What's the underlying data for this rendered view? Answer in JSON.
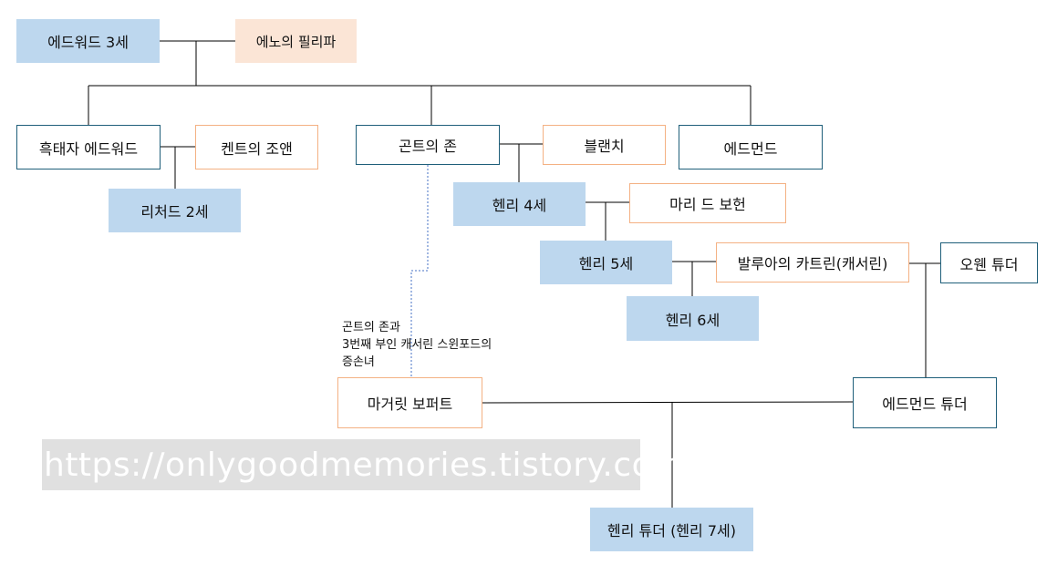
{
  "nodes": {
    "edward3": "에드워드 3세",
    "philippa": "에노의 필리파",
    "black_prince": "흑태자 에드워드",
    "joan_kent": "켄트의 조앤",
    "richard2": "리처드 2세",
    "john_gaunt": "곤트의 존",
    "blanche": "블랜치",
    "edmund": "에드먼드",
    "henry4": "헨리 4세",
    "mary_bohun": "마리 드 보헌",
    "henry5": "헨리 5세",
    "catherine": "발루아의 카트린(캐서린)",
    "owen_tudor": "오웬 튜더",
    "henry6": "헨리 6세",
    "margaret_beaufort": "마거릿 보퍼트",
    "edmund_tudor": "에드먼드 튜더",
    "henry7": "헨리 튜더 (헨리 7세)"
  },
  "note": {
    "line1": "곤트의 존과",
    "line2": "3번째 부인 캐서린 스윈포드의",
    "line3": "증손녀"
  },
  "watermark": "https://onlygoodmemories.tistory.com",
  "colors": {
    "blue_fill": "#bdd7ee",
    "peach_fill": "#fbe5d6",
    "orange_border": "#f4b183",
    "teal_border": "#1f5f7a",
    "dotted_line": "#4472c4"
  }
}
